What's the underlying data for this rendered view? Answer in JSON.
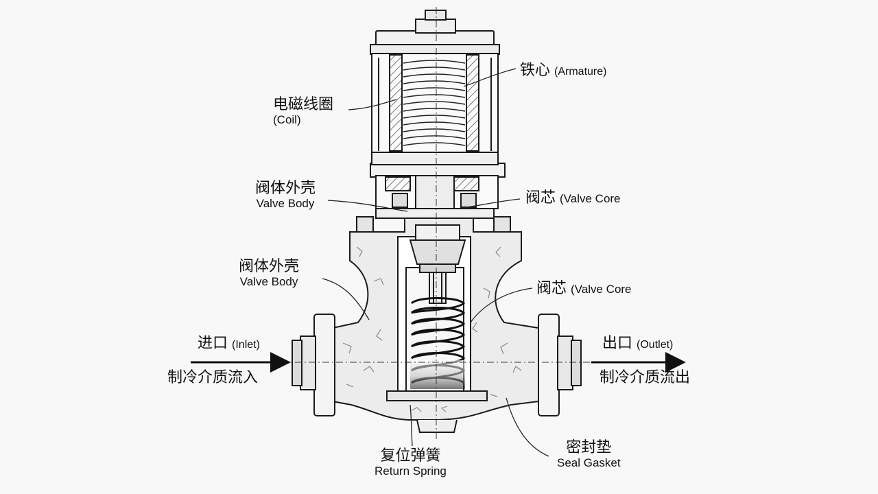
{
  "labels": {
    "coil": {
      "zh": "电磁线圈",
      "en": "(Coil)"
    },
    "armature": {
      "zh": "铁心",
      "en": "(Armature)"
    },
    "valve_body_upper": {
      "zh": "阀体外壳",
      "en": "Valve Body"
    },
    "valve_core_upper": {
      "zh": "阀芯",
      "en": "(Valve Core"
    },
    "valve_body_lower": {
      "zh": "阀体外壳",
      "en": "Valve Body"
    },
    "valve_core_lower": {
      "zh": "阀芯",
      "en": "(Valve Core"
    },
    "inlet": {
      "zh": "进口",
      "en": "(Inlet)",
      "desc": "制冷介质流入"
    },
    "outlet": {
      "zh": "出口",
      "en": "(Outlet)",
      "desc": "制冷介质流出"
    },
    "return_spring": {
      "zh": "复位弹簧",
      "en": "Return Spring"
    },
    "seal_gasket": {
      "zh": "密封垫",
      "en": "Seal Gasket"
    }
  },
  "colors": {
    "line": "#1a1a1a",
    "body_fill": "#ececec",
    "background": "#f8f8f8"
  }
}
